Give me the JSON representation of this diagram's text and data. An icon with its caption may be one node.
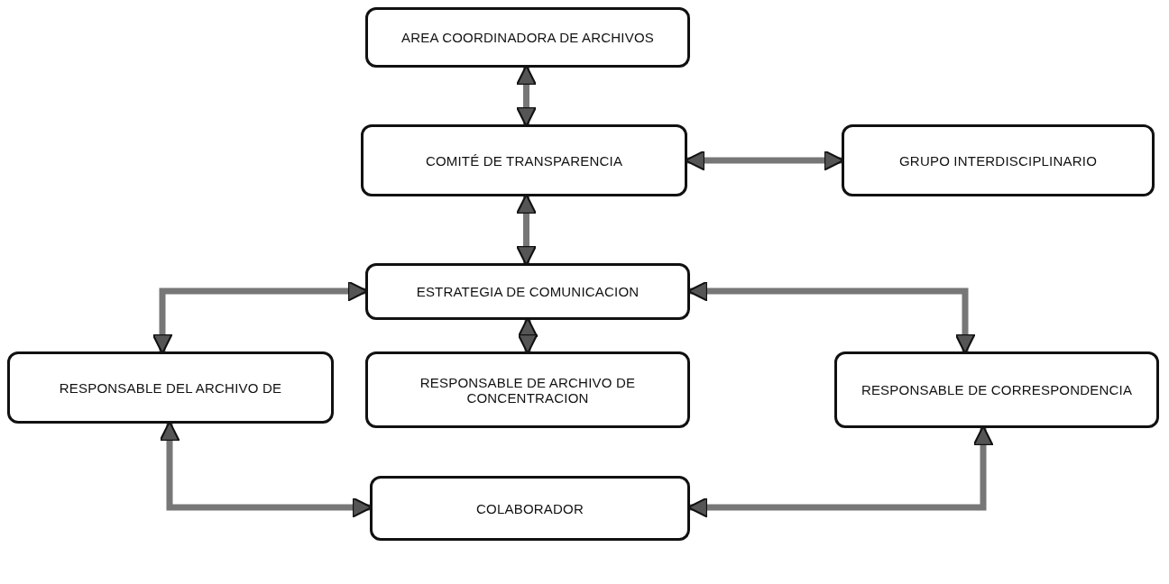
{
  "diagram": {
    "nodes": [
      {
        "text": [
          "AREA  COORDINADORA DE ARCHIVOS"
        ]
      },
      {
        "text": [
          "COMITÉ DE TRANSPARENCIA"
        ]
      },
      {
        "text": [
          "GRUPO INTERDISCIPLINARIO"
        ]
      },
      {
        "text": [
          "ESTRATEGIA DE COMUNICACION"
        ]
      },
      {
        "text": [
          "RESPONSABLE DEL ARCHIVO DE"
        ]
      },
      {
        "text": [
          "RESPONSABLE DE ARCHIVO DE CONCENTRACION"
        ]
      },
      {
        "text": [
          "RESPONSABLE DE CORRESPONDENCIA"
        ]
      },
      {
        "text": [
          "COLABORADOR"
        ]
      }
    ],
    "edges": [
      {
        "from": 0,
        "to": 1,
        "arrow": "both"
      },
      {
        "from": 1,
        "to": 2,
        "arrow": "both"
      },
      {
        "from": 1,
        "to": 3,
        "arrow": "both"
      },
      {
        "from": 3,
        "to": 4,
        "arrow": "both"
      },
      {
        "from": 3,
        "to": 5,
        "arrow": "both"
      },
      {
        "from": 3,
        "to": 6,
        "arrow": "both"
      },
      {
        "from": 4,
        "to": 7,
        "arrow": "both"
      },
      {
        "from": 6,
        "to": 7,
        "arrow": "both"
      }
    ]
  }
}
